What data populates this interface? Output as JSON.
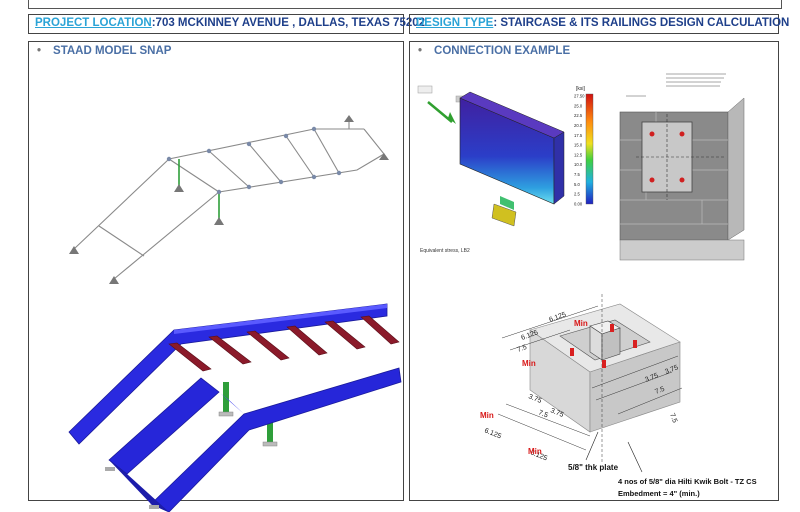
{
  "header": {
    "project_location_key": "PROJECT LOCATION",
    "project_location_value": ":703 MCKINNEY AVENUE , DALLAS, TEXAS 75202",
    "design_type_key": "DESIGN TYPE",
    "design_type_value": ":  STAIRCASE & ITS RAILINGS DESIGN CALCULATION"
  },
  "left_panel": {
    "title": "STAAD MODEL SNAP"
  },
  "right_panel": {
    "title": "CONNECTION EXAMPLE",
    "stress_plot": {
      "unit": "[ksi]",
      "scale": [
        "27.50",
        "25.0",
        "22.5",
        "20.0",
        "17.5",
        "15.0",
        "12.5",
        "10.0",
        "7.5",
        "5.0",
        "2.5",
        "0.00"
      ],
      "caption": "Equivalent stress, LB2"
    },
    "detail_3d": {
      "dims": [
        "6.125",
        "6.125",
        "6.125",
        "6.125",
        "3.75",
        "3.75",
        "3.75",
        "3.75",
        "7.5",
        "7.5",
        "7.5",
        "7.5"
      ],
      "min_labels": [
        "Min",
        "Min",
        "Min",
        "Min"
      ],
      "plate_label": "5/8\" thk plate",
      "bolt_line1": "4 nos of 5/8\" dia Hilti Kwik Bolt - TZ CS",
      "bolt_line2": "Embedment = 4\"  (min.)"
    }
  },
  "colors": {
    "header_key": "#2aa3d6",
    "header_value": "#1e3f8a",
    "title": "#4a6fa5",
    "stringer_blue": "#2626d9",
    "step_maroon": "#8b1a2a",
    "support_green": "#2e9e3a"
  }
}
